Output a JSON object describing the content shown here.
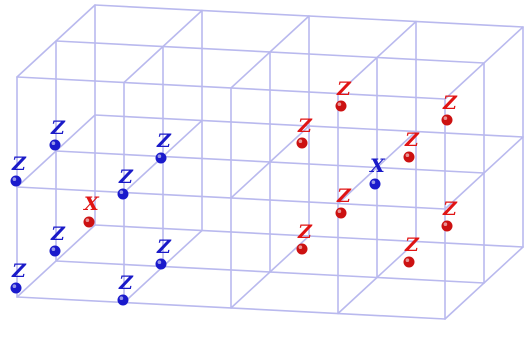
{
  "colors": {
    "grid": "#b9b9ee",
    "blue_label": "#1a1ac8",
    "red_label": "#e01414",
    "blue_dot": "#1a1acc",
    "red_dot": "#cc1111"
  },
  "left_block": {
    "nodes": [
      {
        "label": "Z",
        "kind": "blue"
      },
      {
        "label": "Z",
        "kind": "blue"
      },
      {
        "label": "Z",
        "kind": "blue"
      },
      {
        "label": "Z",
        "kind": "blue"
      },
      {
        "label": "X",
        "kind": "red"
      },
      {
        "label": "Z",
        "kind": "blue"
      },
      {
        "label": "Z",
        "kind": "blue"
      },
      {
        "label": "Z",
        "kind": "blue"
      },
      {
        "label": "Z",
        "kind": "blue"
      }
    ]
  },
  "right_block": {
    "nodes": [
      {
        "label": "Z",
        "kind": "red"
      },
      {
        "label": "Z",
        "kind": "red"
      },
      {
        "label": "Z",
        "kind": "red"
      },
      {
        "label": "Z",
        "kind": "red"
      },
      {
        "label": "X",
        "kind": "blue"
      },
      {
        "label": "Z",
        "kind": "red"
      },
      {
        "label": "Z",
        "kind": "red"
      },
      {
        "label": "Z",
        "kind": "red"
      },
      {
        "label": "Z",
        "kind": "red"
      }
    ]
  }
}
